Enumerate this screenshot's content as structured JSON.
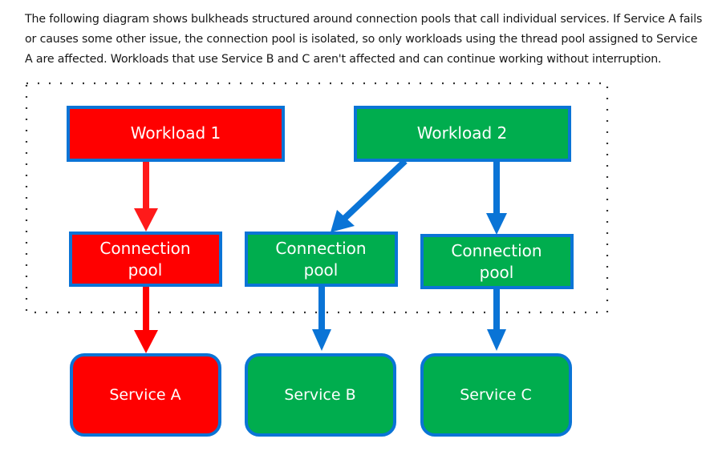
{
  "intro": {
    "lines": [
      "The following diagram shows bulkheads structured around connection pools that call individual services. If Service A fails",
      "or causes some other issue, the connection pool is isolated, so only workloads using the thread pool assigned to Service",
      "A are affected. Workloads that use Service B and C aren't affected and can continue working without interruption."
    ]
  },
  "colors": {
    "failed": "#ff0000",
    "healthy": "#00ad4e",
    "border": "#0a74d6",
    "arrow_failed": "#ff1a1a",
    "arrow_healthy": "#0a74d6",
    "bulkhead_boundary": "#333333"
  },
  "diagram": {
    "workloads": [
      {
        "id": "w1",
        "label": "Workload 1",
        "status": "failed"
      },
      {
        "id": "w2",
        "label": "Workload 2",
        "status": "healthy"
      }
    ],
    "pools": [
      {
        "id": "p1",
        "label_line1": "Connection",
        "label_line2": "pool",
        "status": "failed"
      },
      {
        "id": "p2",
        "label_line1": "Connection",
        "label_line2": "pool",
        "status": "healthy"
      },
      {
        "id": "p3",
        "label_line1": "Connection",
        "label_line2": "pool",
        "status": "healthy"
      }
    ],
    "services": [
      {
        "id": "sA",
        "label": "Service A",
        "status": "failed"
      },
      {
        "id": "sB",
        "label": "Service B",
        "status": "healthy"
      },
      {
        "id": "sC",
        "label": "Service C",
        "status": "healthy"
      }
    ],
    "edges": [
      {
        "from": "w1",
        "to": "p1",
        "status": "failed"
      },
      {
        "from": "w2",
        "to": "p2",
        "status": "healthy"
      },
      {
        "from": "w2",
        "to": "p3",
        "status": "healthy"
      },
      {
        "from": "p1",
        "to": "sA",
        "status": "failed"
      },
      {
        "from": "p2",
        "to": "sB",
        "status": "healthy"
      },
      {
        "from": "p3",
        "to": "sC",
        "status": "healthy"
      }
    ]
  }
}
